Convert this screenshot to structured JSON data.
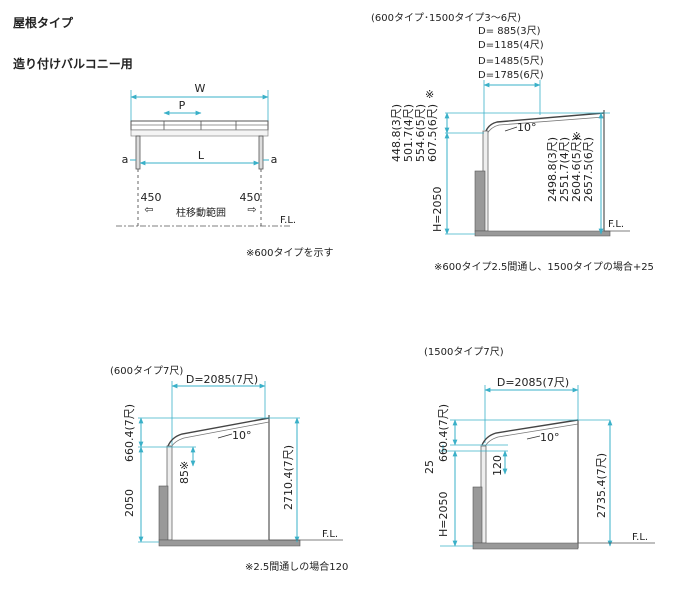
{
  "heading": {
    "title": "屋根タイプ",
    "subtitle": "造り付けバルコニー用"
  },
  "plan": {
    "w": "W",
    "p": "P",
    "l": "L",
    "a_left": "a",
    "a_right": "a",
    "d450_left": "450",
    "d450_right": "450",
    "arrow_left": "⇦",
    "arrow_right": "⇨",
    "range": "柱移動範囲",
    "fl": "F.L.",
    "note": "※600タイプを示す"
  },
  "sec1": {
    "header": "(600タイプ･1500タイプ3〜6尺)",
    "d_values": [
      "D=  885(3尺)",
      "D=1185(4尺)",
      "D=1485(5尺)",
      "D=1785(6尺)"
    ],
    "left_dims": [
      "448.8(3尺)",
      "501.7(4尺)",
      "554.6(5尺)",
      "607.5(6尺)"
    ],
    "left_mark": "※",
    "height": "H=2050",
    "right_dims": [
      "2498.8(3尺)",
      "2551.7(4尺)",
      "2604.6(5尺)",
      "2657.5(6尺)"
    ],
    "right_mark": "※",
    "angle": "10°",
    "fl": "F.L.",
    "note": "※600タイプ2.5間通し、1500タイプの場合+25"
  },
  "sec2": {
    "header": "(600タイプ7尺)",
    "d": "D=2085(7尺)",
    "left_dim": "660.4(7尺)",
    "height": "2050",
    "inner_dim": "85※",
    "right_dim": "2710.4(7尺)",
    "angle": "10°",
    "fl": "F.L.",
    "note": "※2.5間通しの場合120"
  },
  "sec3": {
    "header": "(1500タイプ7尺)",
    "d": "D=2085(7尺)",
    "left_dim": "660.4(7尺)",
    "small_dim": "25",
    "height": "H=2050",
    "inner_dim": "120",
    "right_dim": "2735.4(7尺)",
    "angle": "10°",
    "fl": "F.L."
  }
}
